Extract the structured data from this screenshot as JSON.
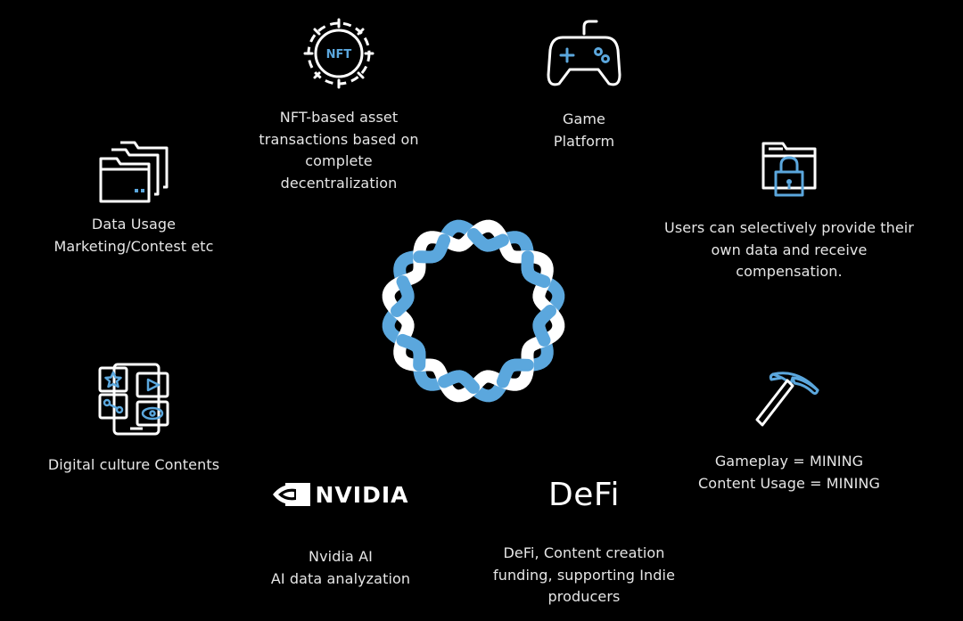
{
  "colors": {
    "background": "#000000",
    "text": "#e6e6e6",
    "icon_stroke": "#ffffff",
    "accent_blue": "#5ba7dd"
  },
  "center_logo": {
    "icon": "woven-ring-logo"
  },
  "nodes": {
    "nft": {
      "icon": "nft-gear-icon",
      "badge": "NFT",
      "lines": [
        "NFT-based asset",
        "transactions based on",
        "complete",
        "decentralization"
      ]
    },
    "game": {
      "icon": "gamepad-icon",
      "lines": [
        "Game",
        "Platform"
      ]
    },
    "data_usage": {
      "icon": "stacked-folders-icon",
      "lines": [
        "Data Usage",
        "Marketing/Contest etc"
      ]
    },
    "user_data": {
      "icon": "locked-folder-icon",
      "lines": [
        "Users can selectively provide their",
        "own data and receive",
        "compensation."
      ]
    },
    "digital_culture": {
      "icon": "media-content-icon",
      "lines": [
        "Digital culture Contents"
      ]
    },
    "mining": {
      "icon": "pickaxe-icon",
      "lines": [
        "Gameplay = MINING",
        "Content Usage = MINING"
      ]
    },
    "nvidia": {
      "icon": "nvidia-eye-icon",
      "logo_text": "NVIDIA",
      "lines": [
        "Nvidia AI",
        "AI data analyzation"
      ]
    },
    "defi": {
      "logo_text": "DeFi",
      "lines": [
        "DeFi, Content creation",
        "funding, supporting Indie",
        "producers"
      ]
    }
  }
}
